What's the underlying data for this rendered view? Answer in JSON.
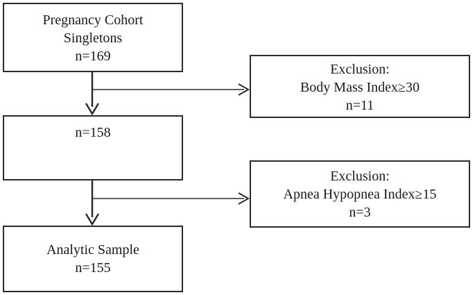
{
  "flowchart": {
    "cohort": {
      "line1": "Pregnancy Cohort",
      "line2": "Singletons",
      "count": "n=169"
    },
    "after_first_exclusion": {
      "count": "n=158"
    },
    "analytic_sample": {
      "line1": "Analytic Sample",
      "count": "n=155"
    },
    "exclusion_bmi": {
      "heading": "Exclusion:",
      "criterion": "Body Mass Index≥30",
      "count": "n=11"
    },
    "exclusion_ahi": {
      "heading": "Exclusion:",
      "criterion": "Apnea Hypopnea Index≥15",
      "count": "n=3"
    }
  },
  "colors": {
    "line": "#2a2a2a",
    "text": "#1a1a1a",
    "background": "#ffffff"
  }
}
